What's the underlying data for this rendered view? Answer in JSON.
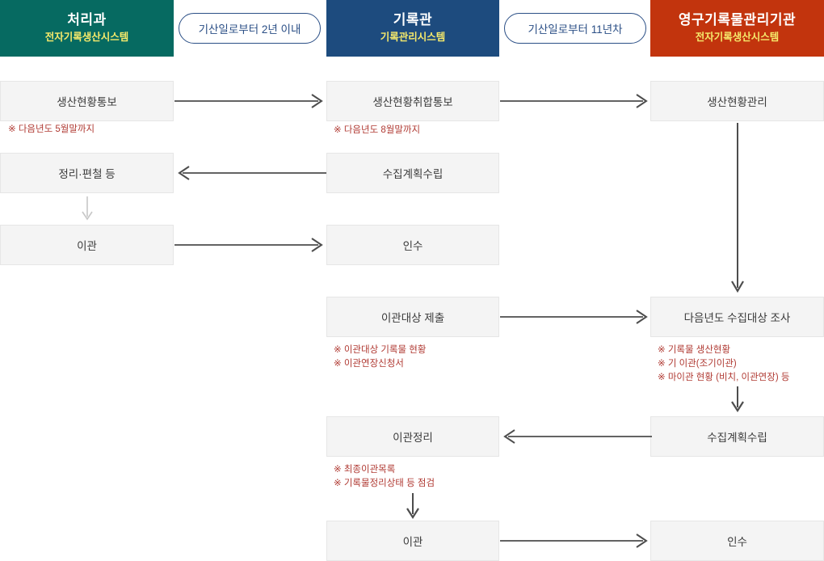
{
  "headers": [
    {
      "title": "처리과",
      "subtitle": "전자기록생산시스템",
      "color": "#066a61"
    },
    {
      "title": "기록관",
      "subtitle": "기록관리시스템",
      "color": "#1d4b7e"
    },
    {
      "title": "영구기록물관리기관",
      "subtitle": "전자기록생산시스템",
      "color": "#c2340d"
    }
  ],
  "pills": [
    {
      "label": "기산일로부터 2년 이내"
    },
    {
      "label": "기산일로부터 11년차"
    }
  ],
  "columns": {
    "left": {
      "boxes": [
        {
          "label": "생산현황통보"
        },
        {
          "label": "정리·편철 등"
        },
        {
          "label": "이관"
        }
      ],
      "notes": [
        {
          "lines": "※ 다음년도 5월말까지"
        }
      ]
    },
    "middle": {
      "boxes": [
        {
          "label": "생산현황취합통보"
        },
        {
          "label": "수집계획수립"
        },
        {
          "label": "인수"
        },
        {
          "label": "이관대상 제출"
        },
        {
          "label": "이관정리"
        },
        {
          "label": "이관"
        }
      ],
      "notes": [
        {
          "lines": "※ 다음년도 8월말까지"
        },
        {
          "line1": "※ 이관대상 기록물 현황",
          "line2": "※ 이관연장신청서"
        },
        {
          "line1": "※ 최종이관목록",
          "line2": "※ 기록물정리상태 등 점검"
        }
      ]
    },
    "right": {
      "boxes": [
        {
          "label": "생산현황관리"
        },
        {
          "label": "다음년도 수집대상 조사"
        },
        {
          "label": "수집계획수립"
        },
        {
          "label": "인수"
        }
      ],
      "notes": [
        {
          "line1": "※ 기록물 생산현황",
          "line2": "※ 기 이관(조기이관)",
          "line3": "※ 마이관 현황 (비치, 이관연장) 등"
        }
      ]
    }
  },
  "colors": {
    "box_fill": "#f4f4f4",
    "box_border": "#e6e6e6",
    "note_red": "#b03a33",
    "arrow_dark": "#4d4d4d",
    "arrow_light": "#c7c7c7",
    "pill_border": "#2b4f86",
    "header_yellow": "#f5e96b"
  }
}
